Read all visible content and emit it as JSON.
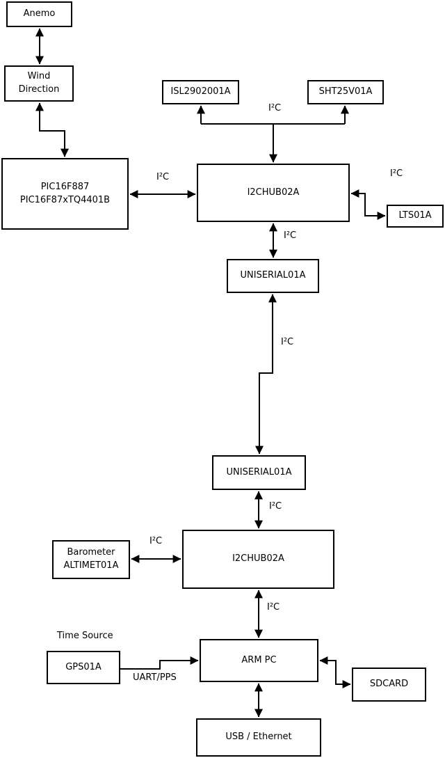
{
  "diagram": {
    "colors": {
      "background": "#ffffff",
      "line": "#000000",
      "text": "#000000",
      "box_fill": "#ffffff"
    },
    "nodes": {
      "anemo": {
        "label": "Anemo"
      },
      "wind_direction": {
        "line1": "Wind",
        "line2": "Direction"
      },
      "pic": {
        "line1": "PIC16F887",
        "line2": "PIC16F87xTQ4401B"
      },
      "isl": {
        "label": "ISL2902001A"
      },
      "sht": {
        "label": "SHT25V01A"
      },
      "i2c_hub_top": {
        "label": "I2CHUB02A"
      },
      "lts": {
        "label": "LTS01A"
      },
      "uniserial_top": {
        "label": "UNISERIAL01A"
      },
      "uniserial_bottom": {
        "label": "UNISERIAL01A"
      },
      "i2c_hub_bottom": {
        "label": "I2CHUB02A"
      },
      "barometer": {
        "line1": "Barometer",
        "line2": "ALTIMET01A"
      },
      "gps": {
        "label": "GPS01A"
      },
      "arm_pc": {
        "label": "ARM PC"
      },
      "sdcard": {
        "label": "SDCARD"
      },
      "usb_ethernet": {
        "label": "USB / Ethernet"
      }
    },
    "labels": {
      "i2c_pic_hub": "I²C",
      "i2c_sensor_bus": "I²C",
      "i2c_lts": "I²C",
      "i2c_hub_uniserial": "I²C",
      "i2c_uniserial_link": "I²C",
      "i2c_uniserial_hub2": "I²C",
      "i2c_barometer": "I²C",
      "i2c_hub2_armpc": "I²C",
      "time_source": "Time Source",
      "uart_pps": "UART/PPS"
    }
  }
}
